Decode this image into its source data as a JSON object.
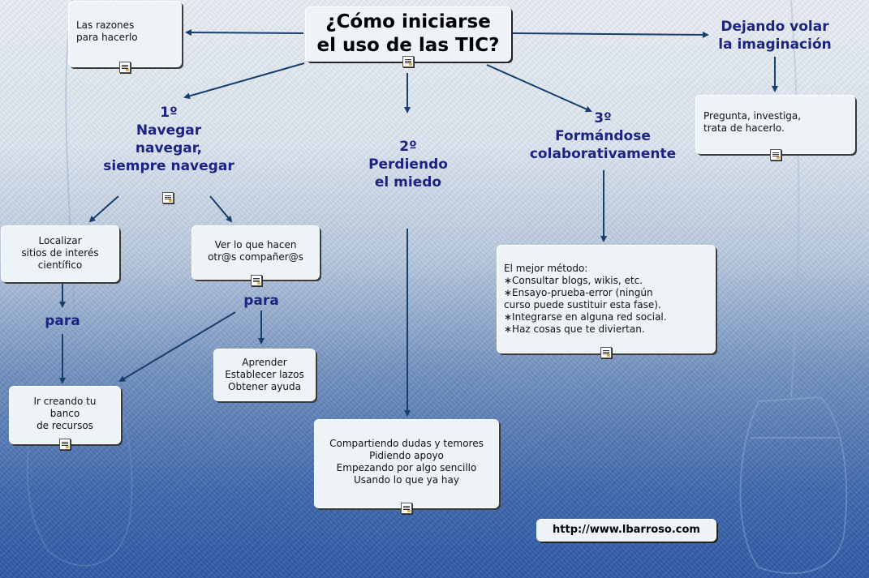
{
  "title": "¿Cómo iniciarse\nel uso de las TIC?",
  "boxes": {
    "razones": "Las razones\npara hacerlo",
    "pregunta": "Pregunta, investiga,\ntrata de hacerlo.",
    "localizar": "Localizar\nsitios de interés\ncientífico",
    "ver": "Ver lo que hacen\notr@s compañer@s",
    "aprender": "Aprender\nEstablecer lazos\nObtener ayuda",
    "banco": "Ir creando tu\nbanco\nde recursos",
    "compartiendo": "Compartiendo  dudas y temores\nPidiendo apoyo\nEmpezando por algo sencillo\nUsando lo que ya hay",
    "metodo": "El mejor método:\n∗Consultar blogs, wikis, etc.\n∗Ensayo-prueba-error (ningún\ncurso puede sustituir esta fase).\n∗Integrarse en alguna red social.\n∗Haz cosas que te diviertan."
  },
  "labels": {
    "dejando": "Dejando volar\nla imaginación",
    "navegar": "1º\nNavegar\nnavegar,\nsiempre navegar",
    "perdiendo": "2º\nPerdiendo\nel miedo",
    "formandose": "3º\nFormándose\ncolaborativamente",
    "para1": "para",
    "para2": "para"
  },
  "url": "http://www.lbarroso.com",
  "colors": {
    "label_text": "#1c2383",
    "arrow": "#173f6d",
    "box_fill": "#eef3f8"
  },
  "icons": [
    "note-icon",
    "mouse-illustration"
  ]
}
